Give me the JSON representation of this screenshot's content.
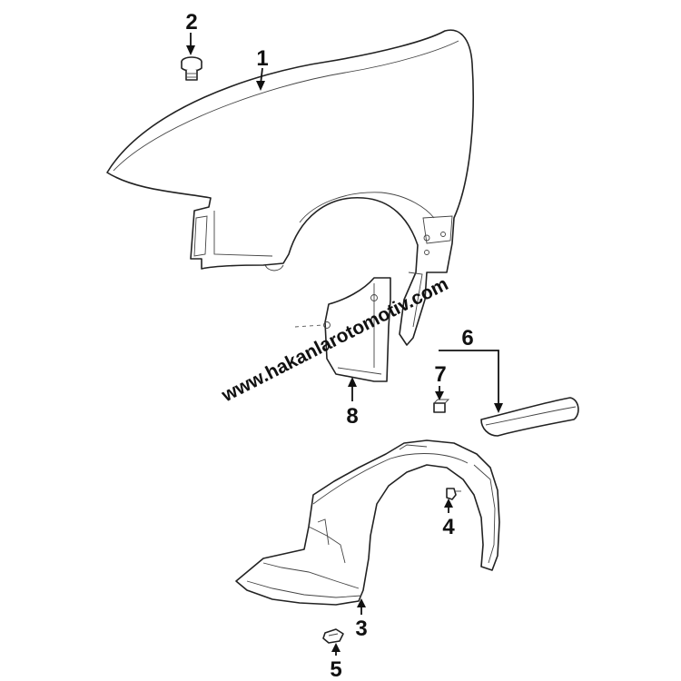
{
  "diagram": {
    "watermark": "www.hakanlarotomotiv.com",
    "callouts": [
      {
        "id": "c1",
        "label": "1"
      },
      {
        "id": "c2",
        "label": "2"
      },
      {
        "id": "c3",
        "label": "3"
      },
      {
        "id": "c4",
        "label": "4"
      },
      {
        "id": "c5",
        "label": "5"
      },
      {
        "id": "c6",
        "label": "6"
      },
      {
        "id": "c7",
        "label": "7"
      },
      {
        "id": "c8",
        "label": "8"
      }
    ]
  },
  "colors": {
    "background": "#ffffff",
    "line": "#222222",
    "text": "#111111"
  }
}
